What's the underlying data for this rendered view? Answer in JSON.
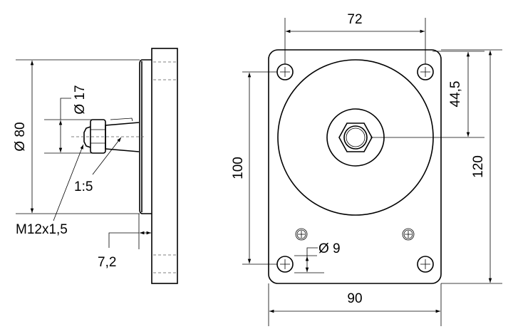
{
  "side_view": {
    "dim_diameter_80": "Ø 80",
    "dim_diameter_17": "Ø 17",
    "taper": "1:5",
    "thread": "M12x1,5",
    "dim_7_2": "7,2"
  },
  "front_view": {
    "dim_72": "72",
    "dim_44_5": "44,5",
    "dim_120": "120",
    "dim_100": "100",
    "dim_90": "90",
    "dim_hole_diameter": "Ø 9"
  }
}
